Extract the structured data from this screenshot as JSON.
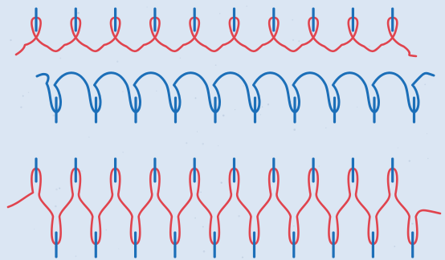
{
  "colors": {
    "background": "#dbe6f3",
    "speckle": "#b9c8dc",
    "upper_thread": "#e0444e",
    "lower_thread": "#1c6fb8",
    "needle": "#1c6fb8"
  },
  "rows": [
    {
      "id": "top-row",
      "thread_color": "upper_thread",
      "needle_color": "needle",
      "loop_count": 10,
      "loop_direction": "up",
      "needle_side": "top"
    },
    {
      "id": "middle-row",
      "thread_color": "lower_thread",
      "needle_color": "lower_thread",
      "loop_count": 10,
      "loop_direction": "down",
      "needle_side": "bottom"
    },
    {
      "id": "bottom-row",
      "thread_color": "upper_thread",
      "needle_color": "needle",
      "loop_count": 10,
      "loop_direction": "both",
      "needle_side": "both"
    }
  ]
}
